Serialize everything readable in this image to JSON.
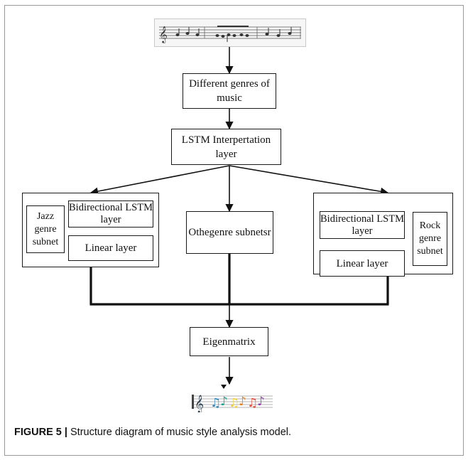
{
  "diagram": {
    "nodes": {
      "genres": "Different genres of music",
      "lstm_interpretation": "LSTM Interpertation layer",
      "jazz_bilstm": "Bidirectional LSTM layer",
      "jazz_linear": "Linear layer",
      "jazz_subnet": "Jazz genre subnet",
      "other_subnet": "Othegenre subnetsr",
      "rock_bilstm": "Bidirectional LSTM layer",
      "rock_linear": "Linear layer",
      "rock_subnet": "Rock genre subnet",
      "eigenmatrix": "Eigenmatrix"
    },
    "images": {
      "input": "sheet-music-score",
      "output": "colorful-music-notes"
    },
    "colors": {
      "line": "#111111",
      "note_colors": [
        "#2e86c1",
        "#f4d03f",
        "#e67e22",
        "#e74c3c",
        "#8e44ad",
        "#27ae60"
      ]
    }
  },
  "caption": {
    "label": "FIGURE 5 |",
    "text": " Structure diagram of music style analysis model."
  }
}
